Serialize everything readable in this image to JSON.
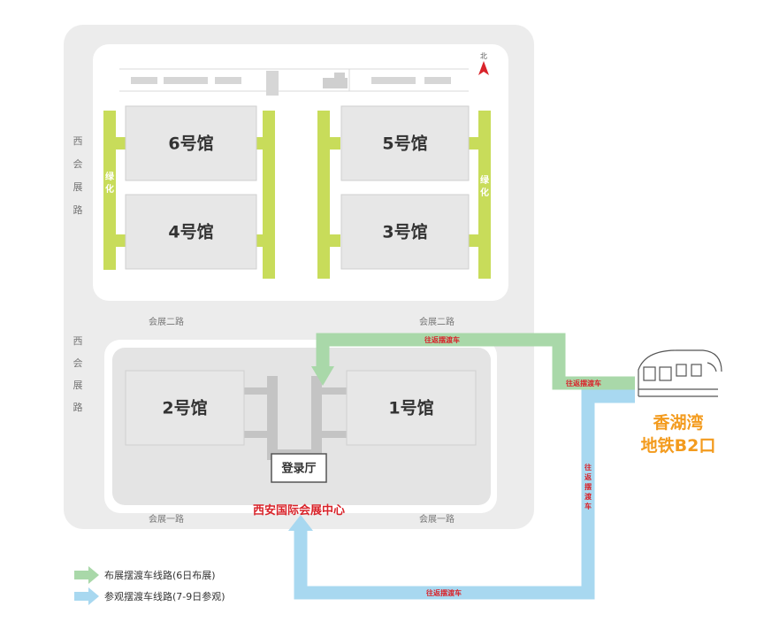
{
  "halls": [
    {
      "id": "6",
      "label": "6号馆"
    },
    {
      "id": "5",
      "label": "5号馆"
    },
    {
      "id": "4",
      "label": "4号馆"
    },
    {
      "id": "3",
      "label": "3号馆"
    },
    {
      "id": "2",
      "label": "2号馆"
    },
    {
      "id": "1",
      "label": "1号馆"
    }
  ],
  "registration": "登录厅",
  "venue_name": "西安国际会展中心",
  "roads": {
    "west_top": [
      "西",
      "会",
      "展",
      "路"
    ],
    "west_bottom": [
      "西",
      "会",
      "展",
      "路"
    ],
    "road2_left": "会展二路",
    "road2_right": "会展二路",
    "road1_left": "会展一路",
    "road1_right": "会展一路"
  },
  "greenbelt": [
    "绿",
    "化"
  ],
  "north": "北",
  "shuttle_label": "往返摆渡车",
  "shuttle_vertical": [
    "往",
    "返",
    "摆",
    "渡",
    "车"
  ],
  "metro": {
    "line1": "香湖湾",
    "line2": "地铁B2口"
  },
  "legend": [
    {
      "label": "布展摆渡车线路(6日布展)",
      "color": "#a9d8a9"
    },
    {
      "label": "参观摆渡车线路(7-9日参观)",
      "color": "#a8d8f0"
    }
  ],
  "colors": {
    "green_route": "#a9d8a9",
    "blue_route": "#a8d8f0",
    "greenbelt": "#c8dc5a",
    "accent_red": "#d9232a",
    "metro_orange": "#f39b1e"
  }
}
